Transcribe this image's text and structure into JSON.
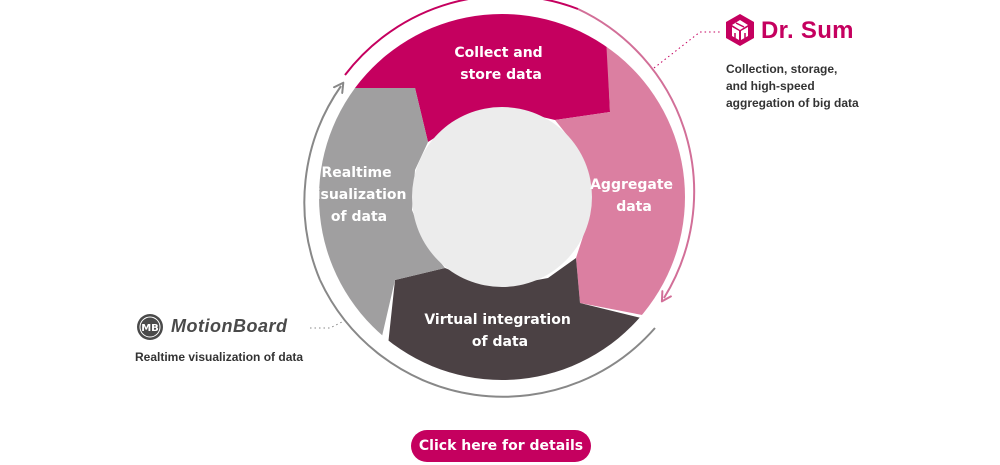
{
  "cycle": {
    "steps": [
      {
        "lines": [
          "Collect and",
          "store data"
        ],
        "color": "#c5005f"
      },
      {
        "lines": [
          "Aggregate",
          "data"
        ],
        "color": "#db7fa1"
      },
      {
        "lines": [
          "Virtual integration",
          "of data"
        ],
        "color": "#4b4144"
      },
      {
        "lines": [
          "Realtime",
          "visualization",
          "of data"
        ],
        "color": "#a09fa0"
      }
    ],
    "center_color": "#ececec",
    "arrow_right_color": "#d26f98",
    "arrow_left_color": "#888888"
  },
  "products": {
    "drsum": {
      "logo_icon": "cube-logo-icon",
      "name": "Dr. Sum",
      "description_lines": [
        "Collection, storage,",
        "and high-speed",
        "aggregation of big data"
      ],
      "color": "#c5005f"
    },
    "motionboard": {
      "logo_icon": "mb-logo-icon",
      "logo_letters": "MB",
      "name": "MotionBoard",
      "description": "Realtime visualization of data",
      "color": "#4a4a4a"
    }
  },
  "cta": {
    "label": "Click here for details",
    "color": "#c5005f"
  }
}
